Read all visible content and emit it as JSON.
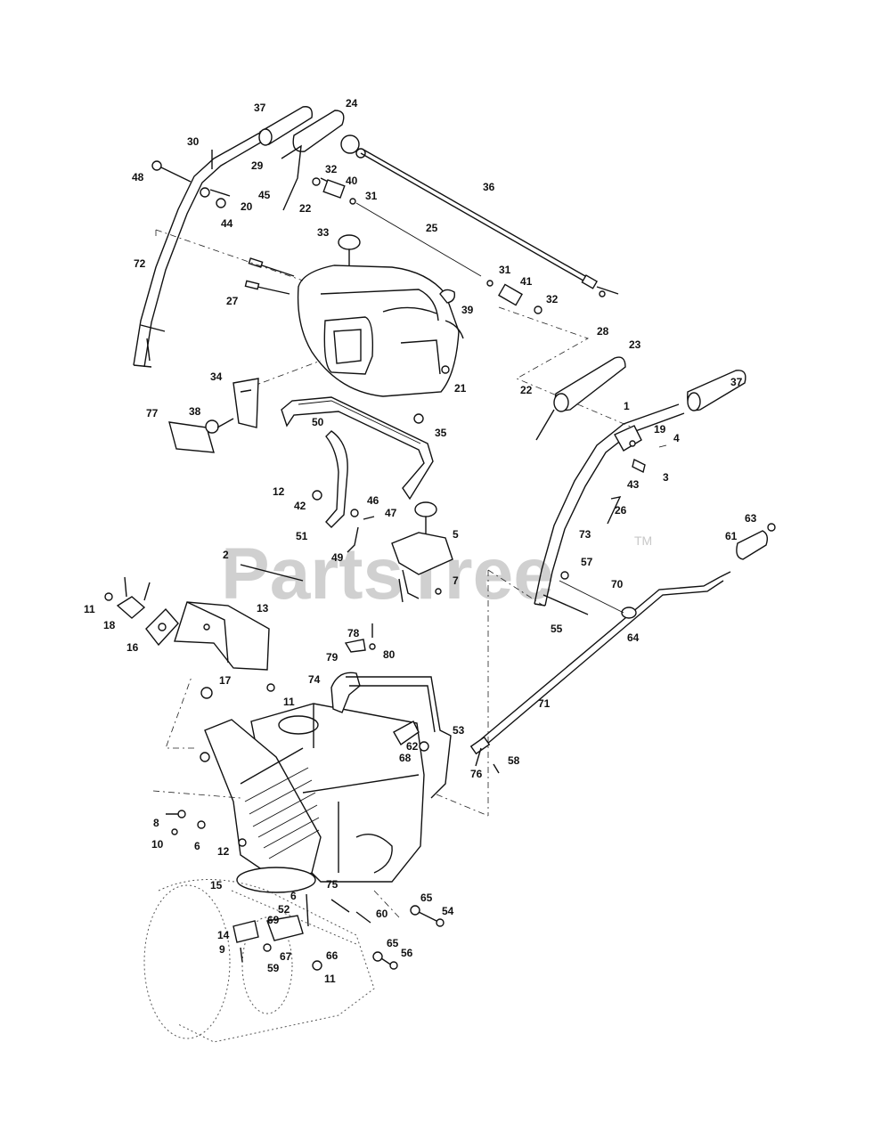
{
  "watermark": {
    "text": "PartsTree",
    "trademark": "TM"
  },
  "labels": [
    {
      "id": "l37a",
      "text": "37"
    },
    {
      "id": "l24",
      "text": "24"
    },
    {
      "id": "l30",
      "text": "30"
    },
    {
      "id": "l29",
      "text": "29"
    },
    {
      "id": "l48",
      "text": "48"
    },
    {
      "id": "l32a",
      "text": "32"
    },
    {
      "id": "l40",
      "text": "40"
    },
    {
      "id": "l45",
      "text": "45"
    },
    {
      "id": "l20",
      "text": "20"
    },
    {
      "id": "l22a",
      "text": "22"
    },
    {
      "id": "l31a",
      "text": "31"
    },
    {
      "id": "l44",
      "text": "44"
    },
    {
      "id": "l36",
      "text": "36"
    },
    {
      "id": "l33",
      "text": "33"
    },
    {
      "id": "l25",
      "text": "25"
    },
    {
      "id": "l72",
      "text": "72"
    },
    {
      "id": "l31b",
      "text": "31"
    },
    {
      "id": "l41",
      "text": "41"
    },
    {
      "id": "l27",
      "text": "27"
    },
    {
      "id": "l39",
      "text": "39"
    },
    {
      "id": "l32b",
      "text": "32"
    },
    {
      "id": "l28",
      "text": "28"
    },
    {
      "id": "l23",
      "text": "23"
    },
    {
      "id": "l21",
      "text": "21"
    },
    {
      "id": "l34",
      "text": "34"
    },
    {
      "id": "l22b",
      "text": "22"
    },
    {
      "id": "l37b",
      "text": "37"
    },
    {
      "id": "l1",
      "text": "1"
    },
    {
      "id": "l77",
      "text": "77"
    },
    {
      "id": "l38",
      "text": "38"
    },
    {
      "id": "l50",
      "text": "50"
    },
    {
      "id": "l35",
      "text": "35"
    },
    {
      "id": "l19",
      "text": "19"
    },
    {
      "id": "l4",
      "text": "4"
    },
    {
      "id": "l3",
      "text": "3"
    },
    {
      "id": "l12a",
      "text": "12"
    },
    {
      "id": "l42",
      "text": "42"
    },
    {
      "id": "l46",
      "text": "46"
    },
    {
      "id": "l43",
      "text": "43"
    },
    {
      "id": "l47",
      "text": "47"
    },
    {
      "id": "l26",
      "text": "26"
    },
    {
      "id": "l51",
      "text": "51"
    },
    {
      "id": "l5",
      "text": "5"
    },
    {
      "id": "l73",
      "text": "73"
    },
    {
      "id": "l63",
      "text": "63"
    },
    {
      "id": "l61",
      "text": "61"
    },
    {
      "id": "l49",
      "text": "49"
    },
    {
      "id": "l2",
      "text": "2"
    },
    {
      "id": "l57",
      "text": "57"
    },
    {
      "id": "l70",
      "text": "70"
    },
    {
      "id": "l7",
      "text": "7"
    },
    {
      "id": "l11a",
      "text": "11"
    },
    {
      "id": "l13",
      "text": "13"
    },
    {
      "id": "l18",
      "text": "18"
    },
    {
      "id": "l55",
      "text": "55"
    },
    {
      "id": "l64",
      "text": "64"
    },
    {
      "id": "l16",
      "text": "16"
    },
    {
      "id": "l78",
      "text": "78"
    },
    {
      "id": "l79",
      "text": "79"
    },
    {
      "id": "l80",
      "text": "80"
    },
    {
      "id": "l74",
      "text": "74"
    },
    {
      "id": "l17",
      "text": "17"
    },
    {
      "id": "l11b",
      "text": "11"
    },
    {
      "id": "l71",
      "text": "71"
    },
    {
      "id": "l53",
      "text": "53"
    },
    {
      "id": "l62",
      "text": "62"
    },
    {
      "id": "l68",
      "text": "68"
    },
    {
      "id": "l58",
      "text": "58"
    },
    {
      "id": "l76",
      "text": "76"
    },
    {
      "id": "l8",
      "text": "8"
    },
    {
      "id": "l10",
      "text": "10"
    },
    {
      "id": "l6a",
      "text": "6"
    },
    {
      "id": "l12b",
      "text": "12"
    },
    {
      "id": "l15",
      "text": "15"
    },
    {
      "id": "l6b",
      "text": "6"
    },
    {
      "id": "l75",
      "text": "75"
    },
    {
      "id": "l65a",
      "text": "65"
    },
    {
      "id": "l52",
      "text": "52"
    },
    {
      "id": "l54",
      "text": "54"
    },
    {
      "id": "l60",
      "text": "60"
    },
    {
      "id": "l69",
      "text": "69"
    },
    {
      "id": "l14",
      "text": "14"
    },
    {
      "id": "l9",
      "text": "9"
    },
    {
      "id": "l67",
      "text": "67"
    },
    {
      "id": "l66",
      "text": "66"
    },
    {
      "id": "l65b",
      "text": "65"
    },
    {
      "id": "l56",
      "text": "56"
    },
    {
      "id": "l59",
      "text": "59"
    },
    {
      "id": "l11c",
      "text": "11"
    }
  ]
}
